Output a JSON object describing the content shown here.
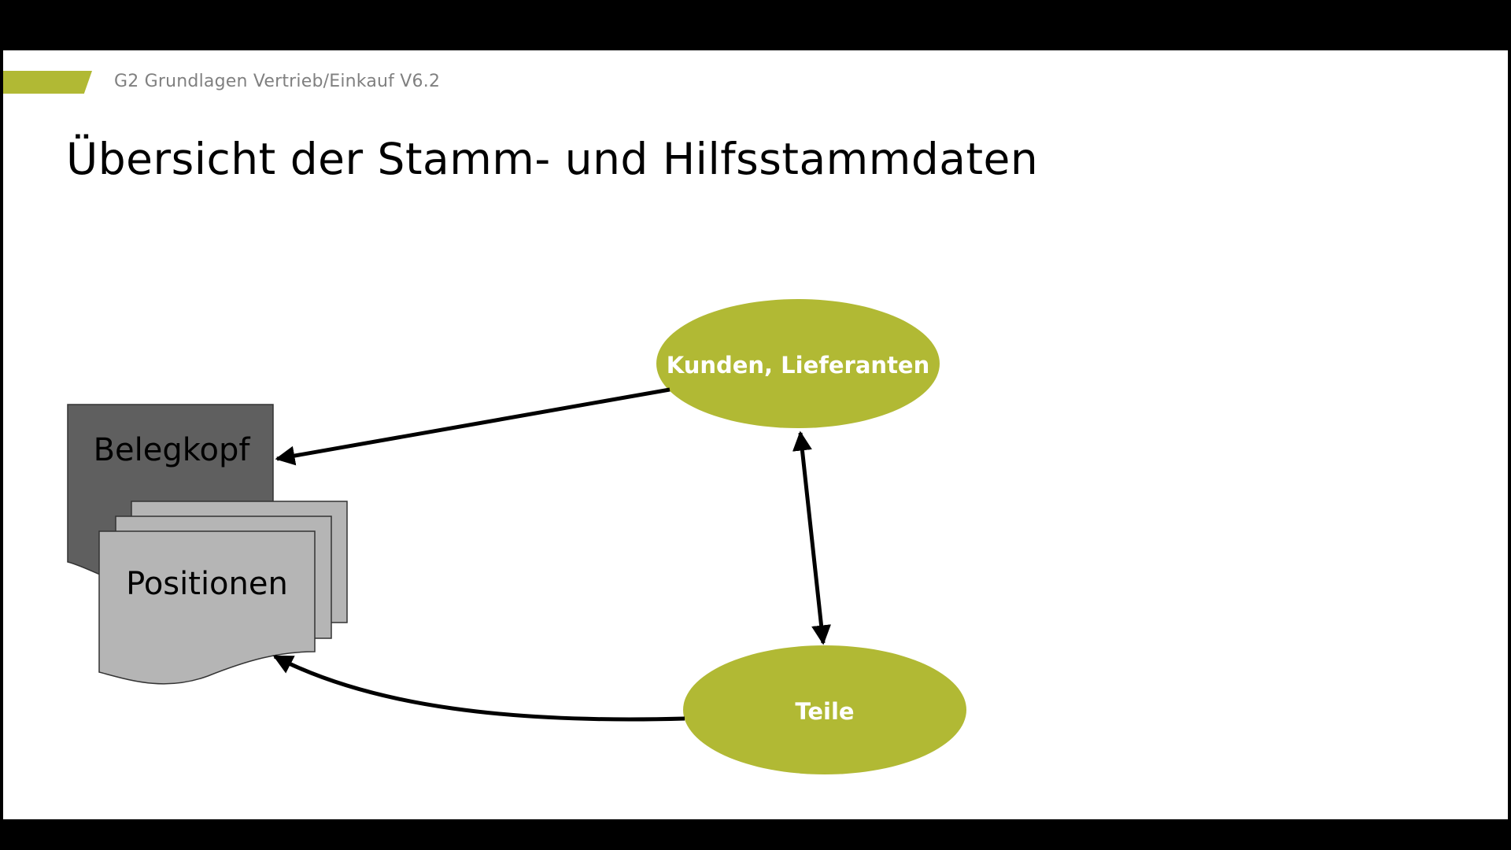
{
  "header": {
    "label": "G2 Grundlagen Vertrieb/Einkauf V6.2"
  },
  "slide": {
    "title": "Übersicht der Stamm- und Hilfsstammdaten"
  },
  "diagram": {
    "nodes": {
      "belegkopf": "Belegkopf",
      "positionen": "Positionen",
      "kunden": "Kunden, Lieferanten",
      "teile": "Teile"
    }
  },
  "colors": {
    "accent": "#b1b934",
    "belegkopf_fill": "#5f5f5f",
    "positionen_fill": "#b5b5b5",
    "ellipse_fill": "#b1b934",
    "slide_background": "#ffffff",
    "frame_background": "#000000"
  }
}
